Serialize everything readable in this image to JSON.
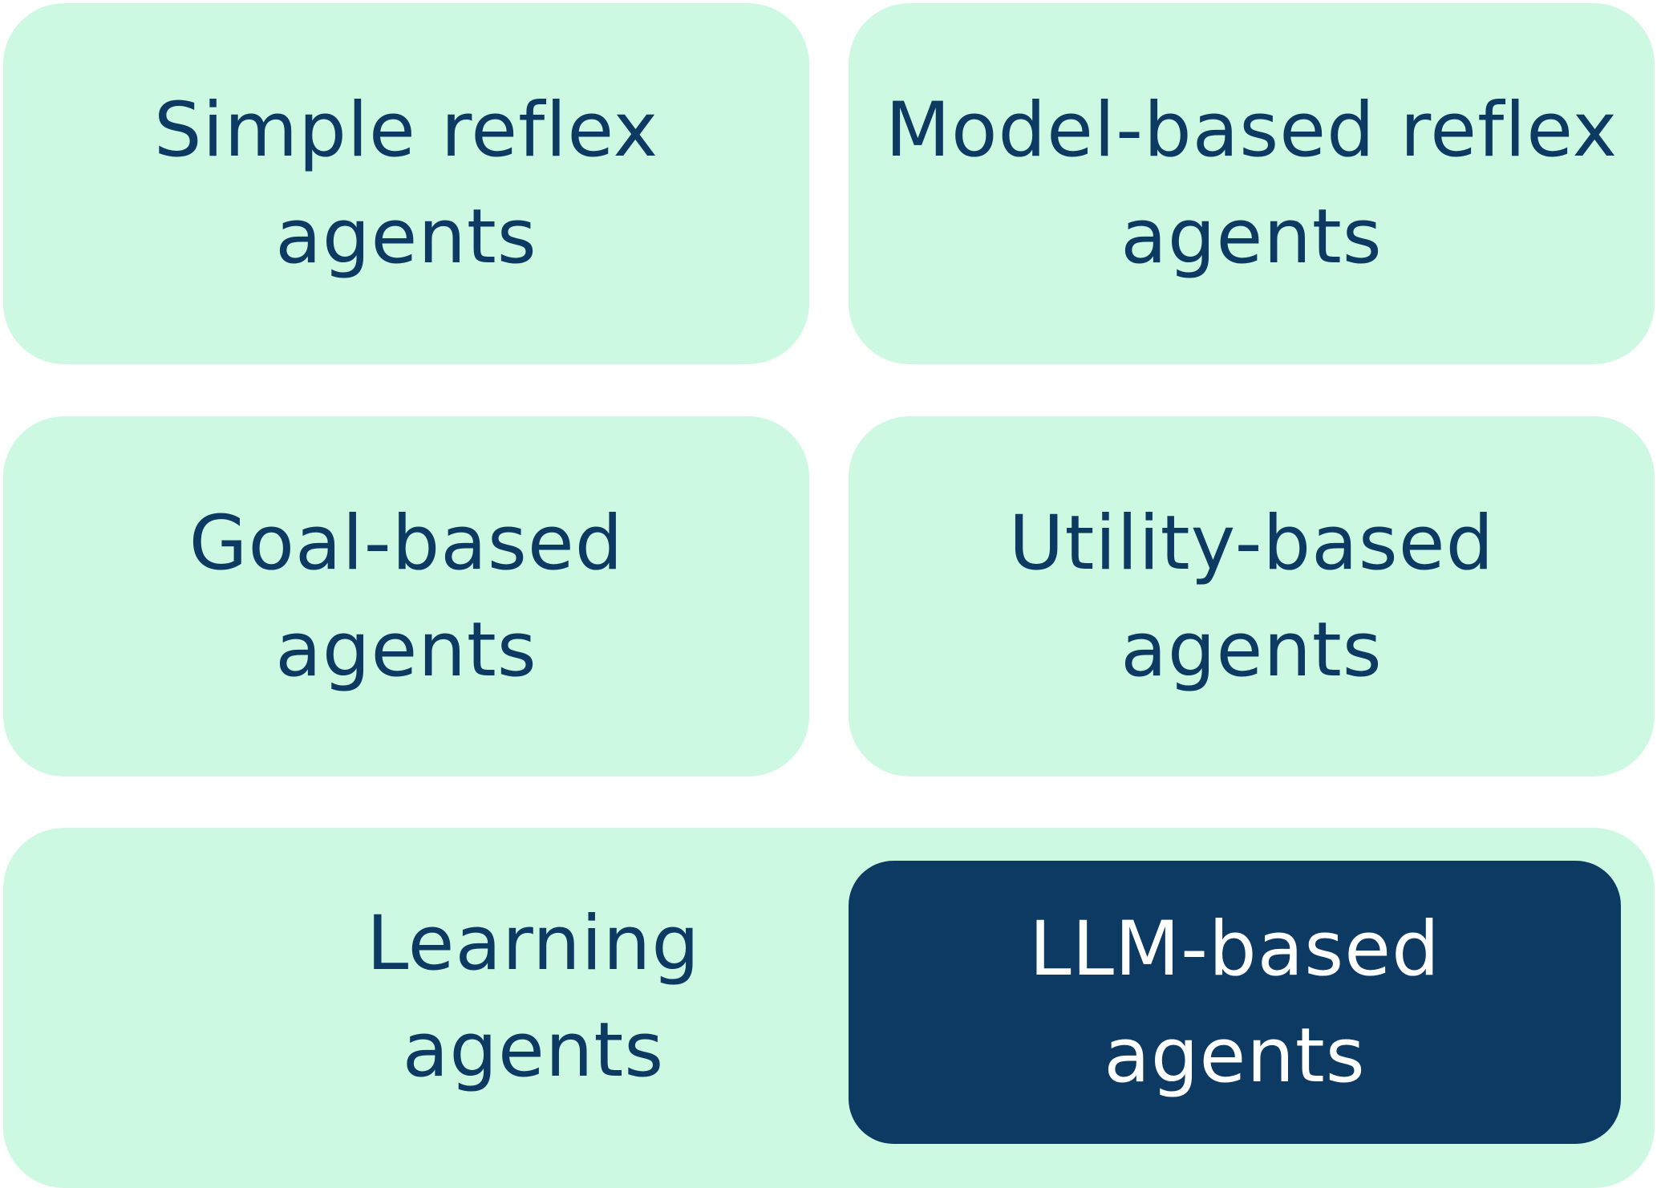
{
  "colors": {
    "box_fill": "#cdf8e1",
    "box_text": "#0d3a62",
    "highlight_fill": "#0d3a62",
    "highlight_text": "#ffffff"
  },
  "boxes": {
    "simple_reflex": {
      "line1": "Simple reflex",
      "line2": "agents"
    },
    "model_based_reflex": {
      "line1": "Model-based reflex",
      "line2": "agents"
    },
    "goal_based": {
      "line1": "Goal-based",
      "line2": "agents"
    },
    "utility_based": {
      "line1": "Utility-based",
      "line2": "agents"
    },
    "learning": {
      "line1": "Learning",
      "line2": "agents"
    },
    "llm_based": {
      "line1": "LLM-based",
      "line2": "agents"
    }
  }
}
